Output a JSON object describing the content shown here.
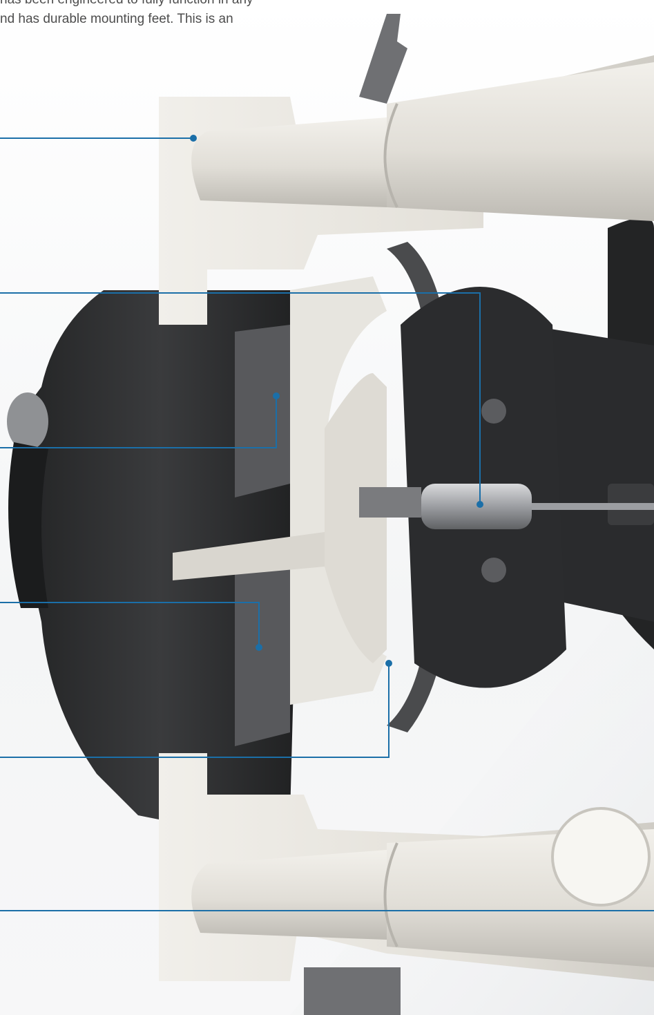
{
  "intro": {
    "line1": "has been engineered to fully function in any",
    "line2": "nd has durable mounting feet. This is an"
  },
  "colors": {
    "callout": "#1b6fa8",
    "housing": "#e8e6e0",
    "housing_shadow": "#c9c6bf",
    "body_dark": "#2e2f31",
    "body_mid": "#4a4b4d",
    "metal": "#9a9ca0",
    "background": "#f4f5f6"
  },
  "callouts": [
    {
      "id": "outlet-manifold"
    },
    {
      "id": "shaft"
    },
    {
      "id": "check-valve-upper"
    },
    {
      "id": "check-valve-lower"
    },
    {
      "id": "diaphragm"
    },
    {
      "id": "inlet-manifold"
    }
  ]
}
